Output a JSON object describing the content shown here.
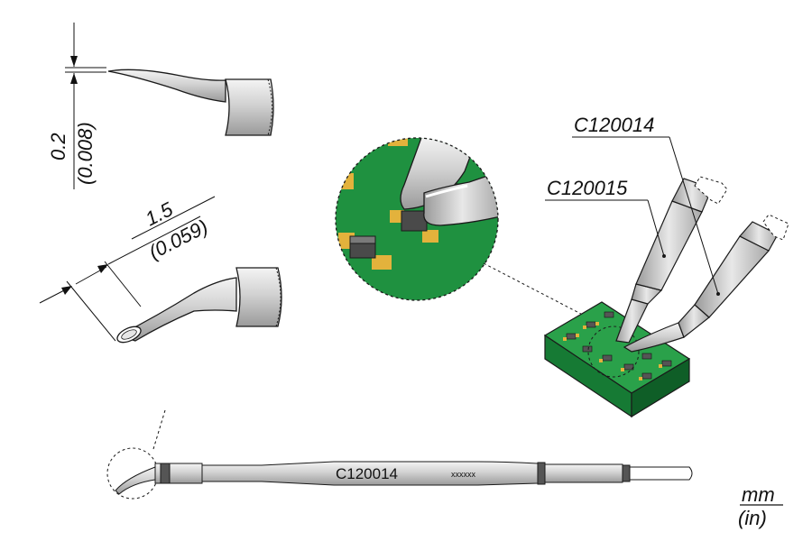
{
  "dimensions": {
    "tip_thickness": {
      "mm": "0.2",
      "in": "(0.008)"
    },
    "tip_length": {
      "mm": "1.5",
      "in": "(0.059)"
    }
  },
  "cartridges": {
    "upper": "C120014",
    "lower": "C120015"
  },
  "cartridge_body": {
    "model": "C120014",
    "code": "xxxxxx"
  },
  "units": {
    "primary": "mm",
    "secondary": "(in)"
  },
  "colors": {
    "pcb": "#1f9140",
    "metal": "#cfcfcf",
    "outline": "#1a1a1a"
  }
}
